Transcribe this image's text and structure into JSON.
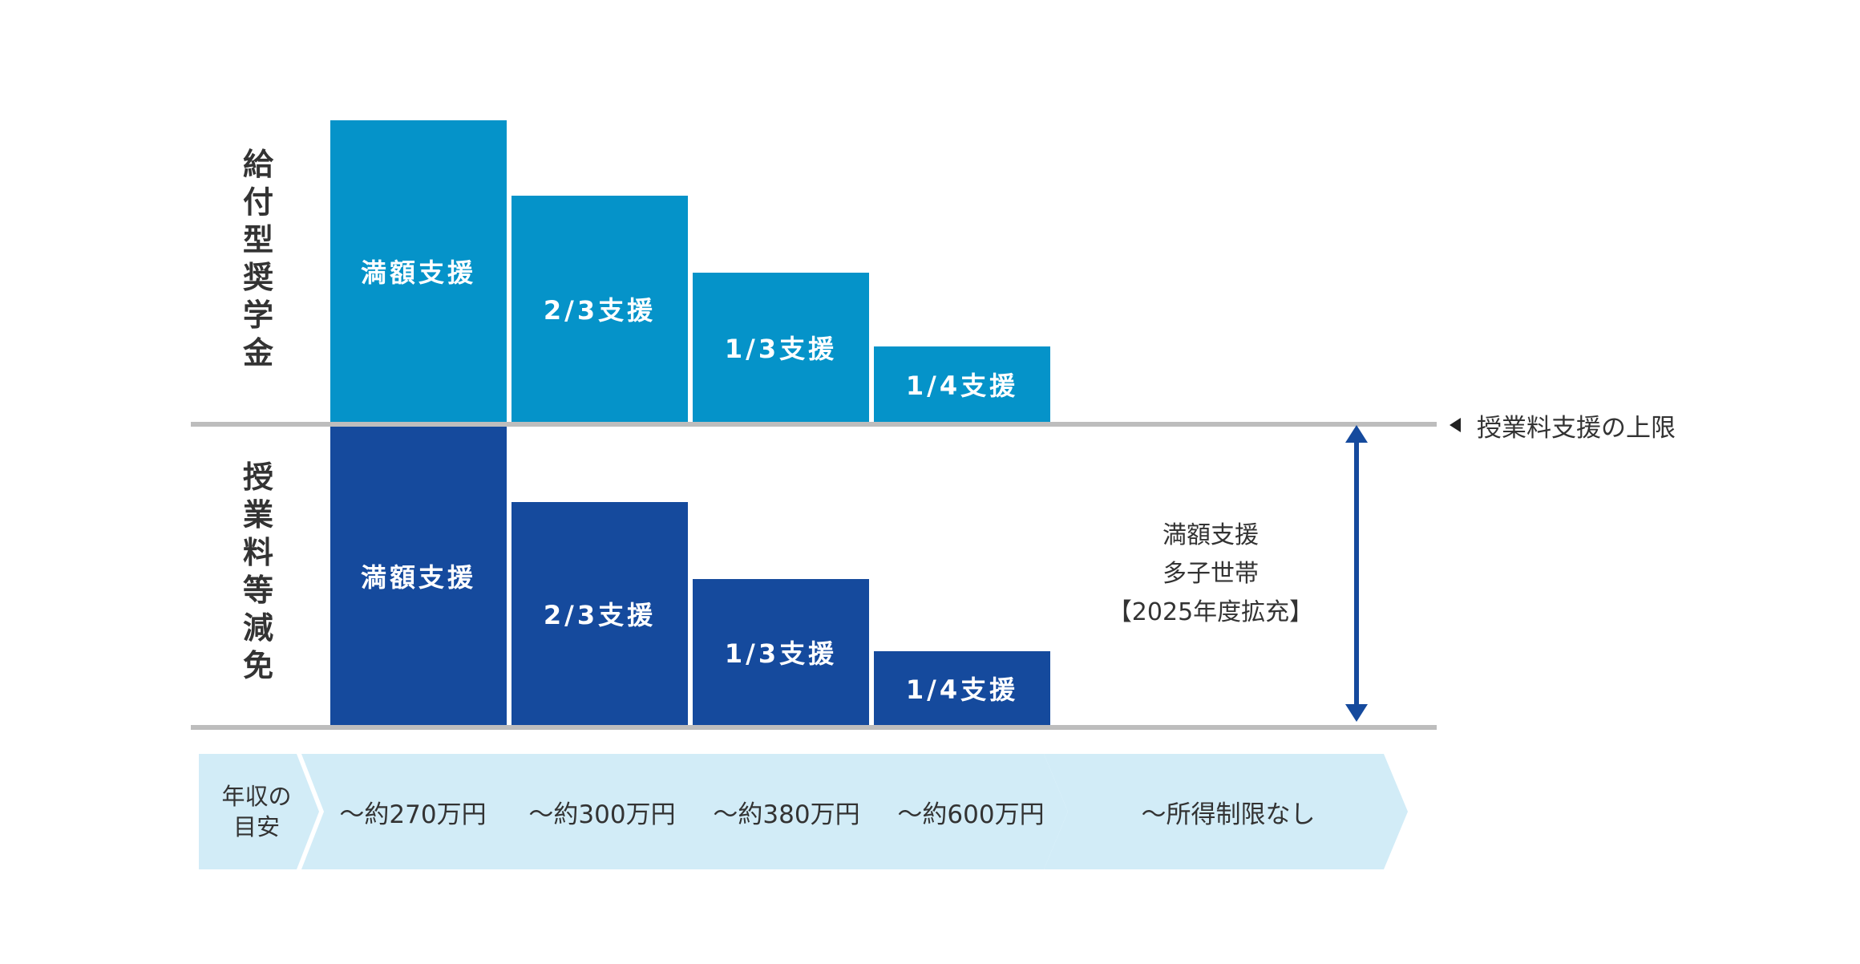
{
  "left_labels": {
    "top": "給\n付\n型\n奨\n学\n金",
    "bottom": "授\n業\n料\n等\n減\n免"
  },
  "top_bars": [
    {
      "label": "満額支援"
    },
    {
      "label": "2/3支援"
    },
    {
      "label": "1/3支援"
    },
    {
      "label": "1/4支援"
    }
  ],
  "bottom_bars": [
    {
      "label": "満額支援"
    },
    {
      "label": "2/3支援"
    },
    {
      "label": "1/3支援"
    },
    {
      "label": "1/4支援"
    }
  ],
  "limit_label": "授業料支援の上限",
  "multi_child_note": {
    "line1": "満額支援",
    "line2": "多子世帯",
    "line3": "【2025年度拡充】"
  },
  "income_axis": {
    "first_label": "年収の\n目安",
    "brackets": [
      "〜約270万円",
      "〜約300万円",
      "〜約380万円",
      "〜約600万円",
      "〜所得制限なし"
    ]
  },
  "colors": {
    "scholarship": "#0593c9",
    "tuition": "#154a9d",
    "chevron": "#d2ecf7",
    "divider": "#bdbdbd"
  }
}
